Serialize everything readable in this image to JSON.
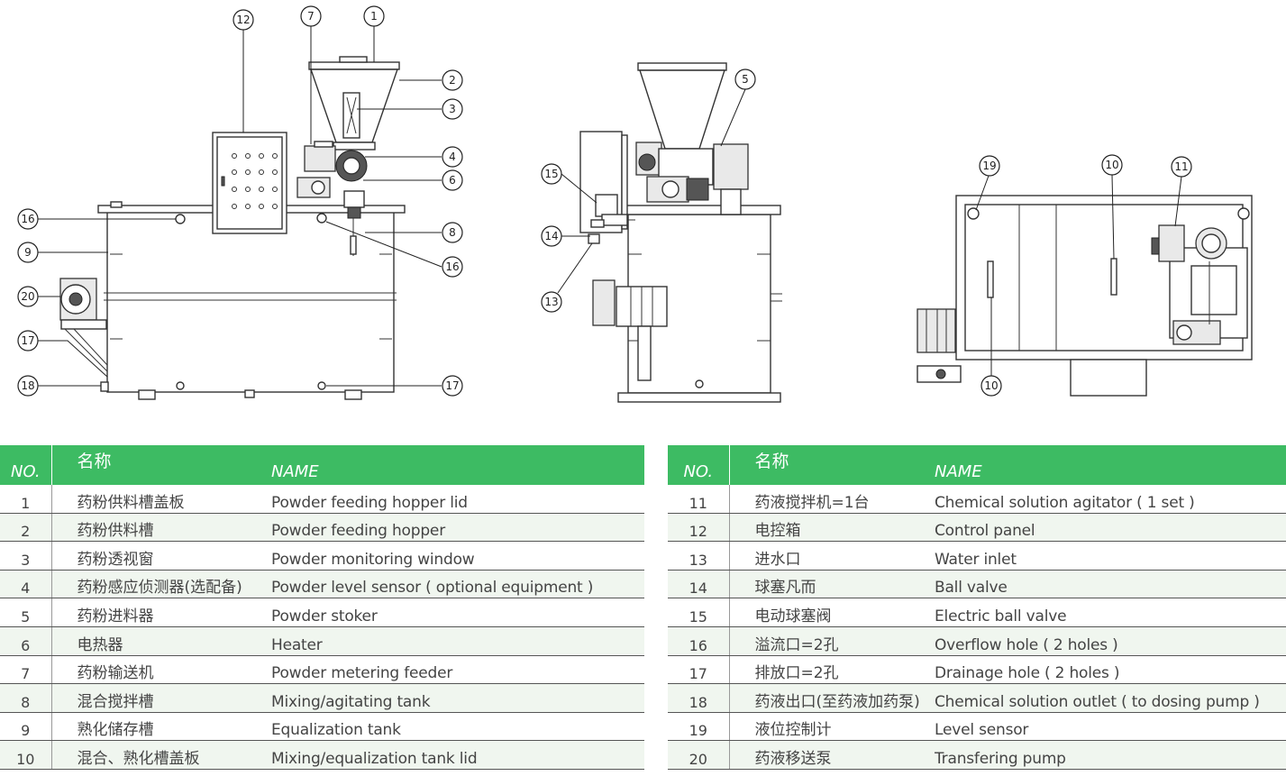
{
  "callouts": [
    {
      "n": "1"
    },
    {
      "n": "2"
    },
    {
      "n": "3"
    },
    {
      "n": "4"
    },
    {
      "n": "5"
    },
    {
      "n": "6"
    },
    {
      "n": "7"
    },
    {
      "n": "8"
    },
    {
      "n": "9"
    },
    {
      "n": "10"
    },
    {
      "n": "11"
    },
    {
      "n": "12"
    },
    {
      "n": "13"
    },
    {
      "n": "14"
    },
    {
      "n": "15"
    },
    {
      "n": "16"
    },
    {
      "n": "17"
    },
    {
      "n": "18"
    },
    {
      "n": "19"
    },
    {
      "n": "20"
    }
  ],
  "table_header": {
    "no": "NO.",
    "cn": "名称",
    "en": "NAME"
  },
  "colors": {
    "header_green": "#3dbb63",
    "alt_row": "#f0f6ef"
  },
  "parts_left": [
    {
      "no": "1",
      "cn": "药粉供料槽盖板",
      "en": "Powder feeding hopper lid"
    },
    {
      "no": "2",
      "cn": "药粉供料槽",
      "en": "Powder feeding hopper"
    },
    {
      "no": "3",
      "cn": "药粉透视窗",
      "en": "Powder monitoring window"
    },
    {
      "no": "4",
      "cn": "药粉感应侦测器(选配备)",
      "en": "Powder level sensor ( optional equipment )"
    },
    {
      "no": "5",
      "cn": "药粉进料器",
      "en": "Powder stoker"
    },
    {
      "no": "6",
      "cn": "电热器",
      "en": "Heater"
    },
    {
      "no": "7",
      "cn": "药粉输送机",
      "en": "Powder metering feeder"
    },
    {
      "no": "8",
      "cn": "混合搅拌槽",
      "en": "Mixing/agitating tank"
    },
    {
      "no": "9",
      "cn": "熟化储存槽",
      "en": "Equalization tank"
    },
    {
      "no": "10",
      "cn": "混合、熟化槽盖板",
      "en": "Mixing/equalization tank lid"
    }
  ],
  "parts_right": [
    {
      "no": "11",
      "cn": "药液搅拌机=1台",
      "en": "Chemical solution agitator ( 1 set )"
    },
    {
      "no": "12",
      "cn": "电控箱",
      "en": "Control panel"
    },
    {
      "no": "13",
      "cn": "进水口",
      "en": "Water inlet"
    },
    {
      "no": "14",
      "cn": "球塞凡而",
      "en": "Ball valve"
    },
    {
      "no": "15",
      "cn": "电动球塞阀",
      "en": "Electric ball valve"
    },
    {
      "no": "16",
      "cn": "溢流口=2孔",
      "en": "Overflow hole ( 2 holes )"
    },
    {
      "no": "17",
      "cn": "排放口=2孔",
      "en": "Drainage hole ( 2 holes )"
    },
    {
      "no": "18",
      "cn": "药液出口(至药液加药泵)",
      "en": "Chemical solution outlet ( to dosing pump )"
    },
    {
      "no": "19",
      "cn": "液位控制计",
      "en": "Level sensor"
    },
    {
      "no": "20",
      "cn": "药液移送泵",
      "en": "Transfering pump"
    }
  ]
}
